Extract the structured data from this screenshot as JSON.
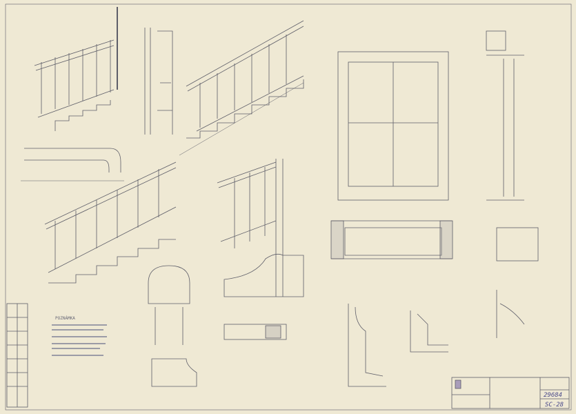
{
  "notes_heading": "POZNÁMKA",
  "title_block": {
    "drawing_number": "29684",
    "sheet_code": "SC-28"
  },
  "colors": {
    "paper": "#efe9d4",
    "ink": "#5a5a66",
    "stamp": "#7a6aa8"
  }
}
